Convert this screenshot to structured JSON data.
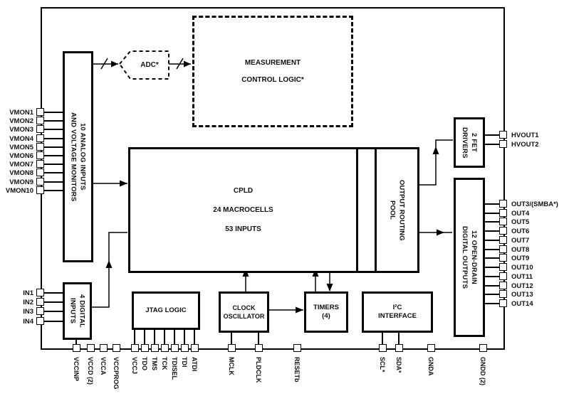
{
  "figure": {
    "type": "block-diagram",
    "description": "Power-manager IC block diagram"
  },
  "blocks": {
    "analog_inputs": {
      "label": "10 ANALOG INPUTS\nAND VOLTAGE MONITORS"
    },
    "digital_inputs": {
      "label": "4 DIGITAL\nINPUTS"
    },
    "adc": {
      "label": "ADC*"
    },
    "measurement": {
      "line1": "MEASUREMENT",
      "line2": "CONTROL LOGIC*"
    },
    "cpld": {
      "line1": "CPLD",
      "line2": "24 MACROCELLS",
      "line3": "53 INPUTS"
    },
    "output_routing_pool": {
      "label": "OUTPUT ROUTING\nPOOL"
    },
    "fet_drivers": {
      "label": "2 FET\nDRIVERS"
    },
    "open_drain_outputs": {
      "label": "12 OPEN-DRAIN\nDIGITAL OUTPUTS"
    },
    "jtag": {
      "label": "JTAG LOGIC"
    },
    "clock_oscillator": {
      "label": "CLOCK\nOSCILLATOR"
    },
    "timers": {
      "label": "TIMERS\n(4)"
    },
    "i2c": {
      "label": "I²C\nINTERFACE"
    }
  },
  "pins": {
    "vmon": [
      "VMON1",
      "VMON2",
      "VMON3",
      "VMON4",
      "VMON5",
      "VMON6",
      "VMON7",
      "VMON8",
      "VMON9",
      "VMON10"
    ],
    "din": [
      "IN1",
      "IN2",
      "IN3",
      "IN4"
    ],
    "hvout": [
      "HVOUT1",
      "HVOUT2"
    ],
    "out": [
      "OUT3/(SMBA*)",
      "OUT4",
      "OUT5",
      "OUT6",
      "OUT7",
      "OUT8",
      "OUT9",
      "OUT10",
      "OUT11",
      "OUT12",
      "OUT13",
      "OUT14"
    ],
    "bottom": [
      "VCCINP",
      "VCCD (2)",
      "VCCA",
      "VCCPROG",
      "VCCJ",
      "TDO",
      "TMS",
      "TCK",
      "TDISEL",
      "TDI",
      "ATDI",
      "MCLK",
      "PLDCLK",
      "RESETb",
      "SCL*",
      "SDA*",
      "GNDA",
      "GNDD (2)"
    ]
  },
  "colors": {
    "line": "#000000",
    "background": "#ffffff",
    "text": "#111111"
  }
}
